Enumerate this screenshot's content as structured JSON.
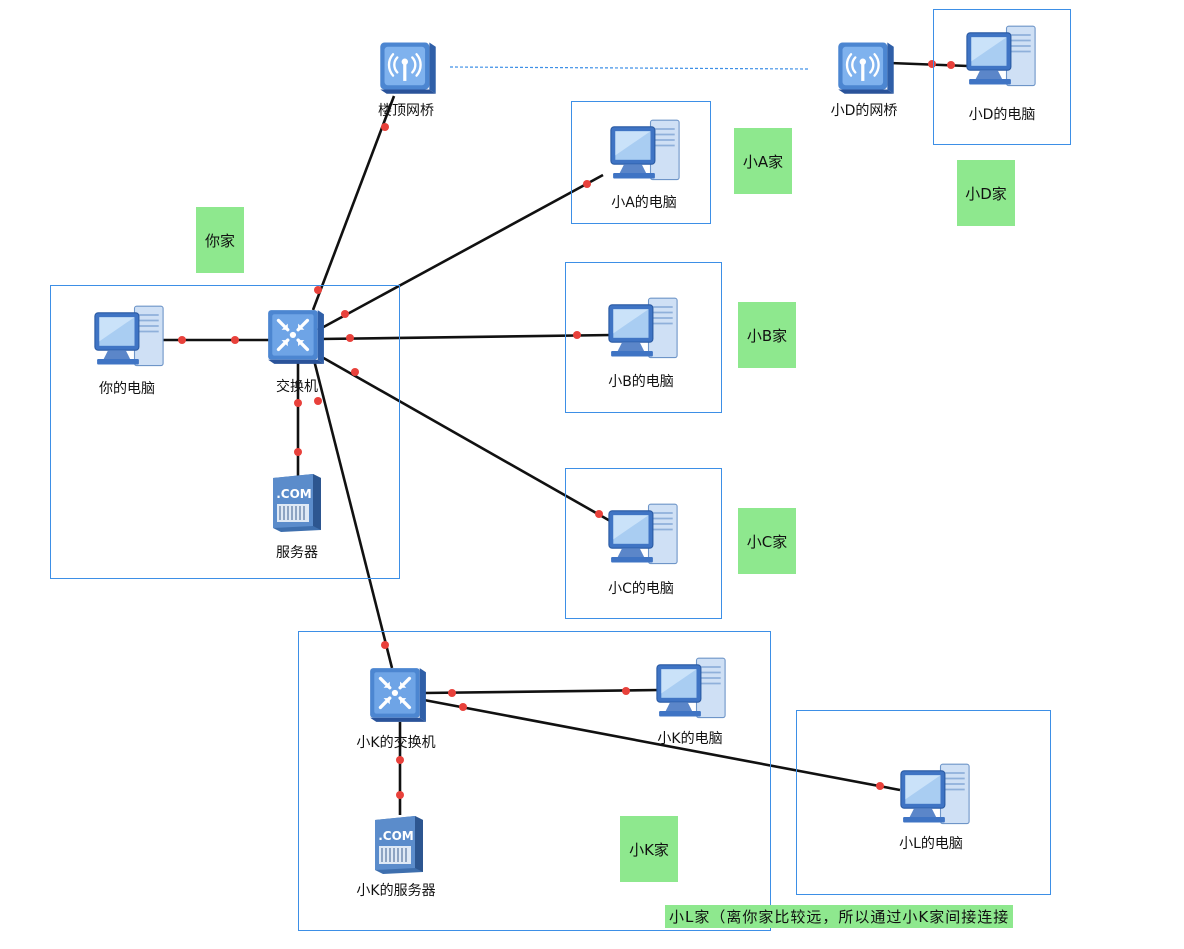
{
  "nodes": {
    "rooftop_bridge": "楼顶网桥",
    "d_bridge": "小D的网桥",
    "d_pc": "小D的电脑",
    "a_pc": "小A的电脑",
    "b_pc": "小B的电脑",
    "c_pc": "小C的电脑",
    "your_pc": "你的电脑",
    "switch": "交换机",
    "server": "服务器",
    "k_switch": "小K的交换机",
    "k_pc": "小K的电脑",
    "k_server": "小K的服务器",
    "l_pc": "小L的电脑"
  },
  "homes": {
    "a": "小A家",
    "d": "小D家",
    "yours": "你家",
    "b": "小B家",
    "c": "小C家",
    "k": "小K家",
    "l_note": "小L家（离你家比较远，所以通过小K家间接连接"
  },
  "colors": {
    "zone_border": "#3d8fe6",
    "tag_fill": "#8ee88e",
    "link": "#111111",
    "port_dot": "#e8413b",
    "wireless_link": "#3d8fe6"
  },
  "icons": {
    "bridge": "wireless-bridge-icon",
    "pc": "desktop-computer-icon",
    "switch": "switch-icon",
    "server": "com-server-icon"
  },
  "server_badge": ".COM"
}
